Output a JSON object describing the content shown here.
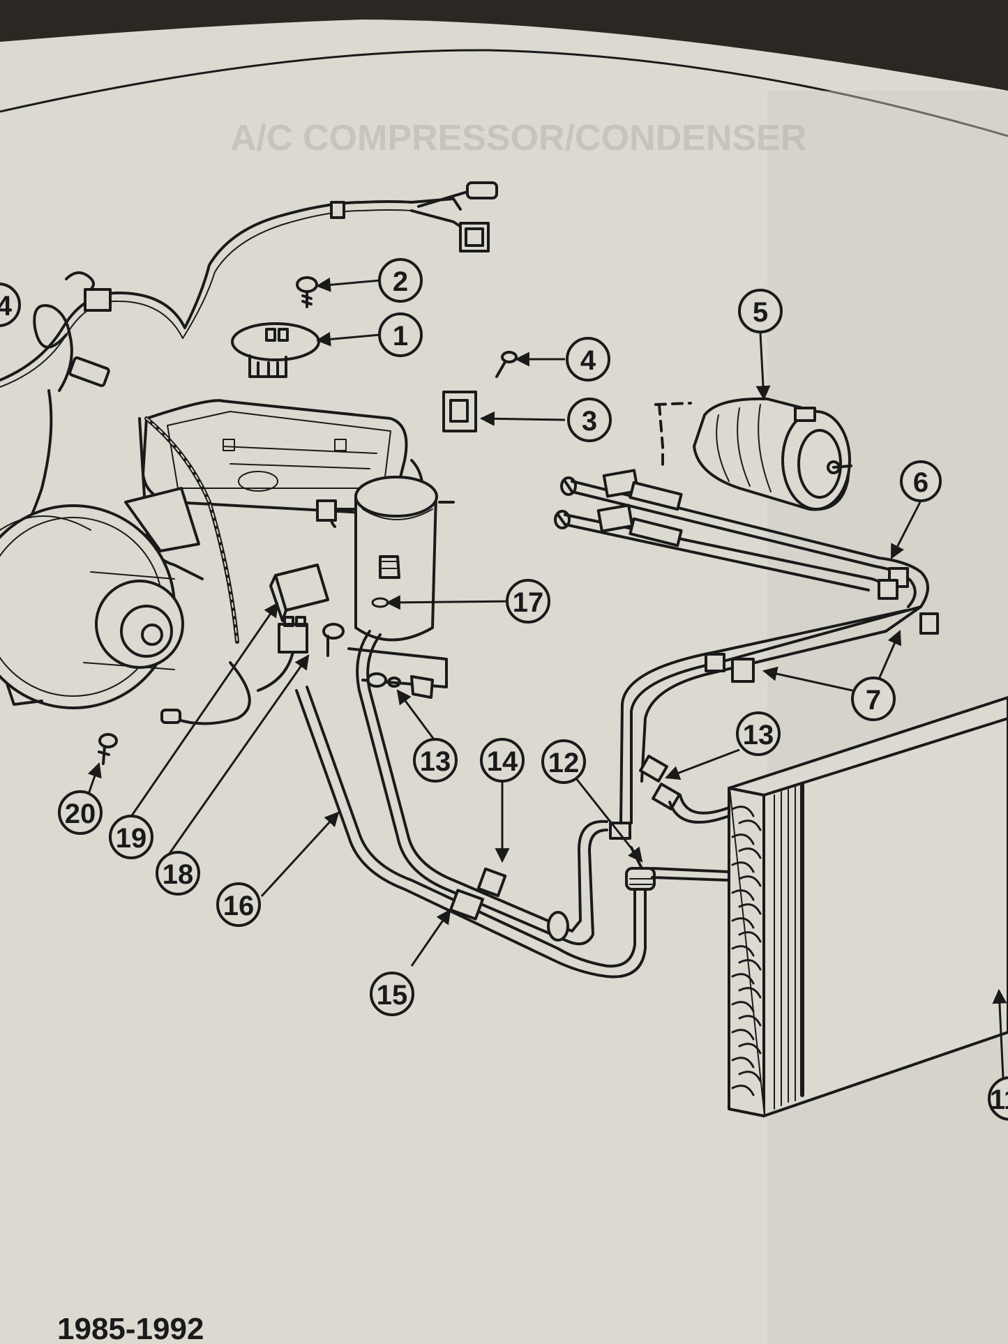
{
  "page": {
    "paper_color": "#dcd9d0",
    "ink_color": "#1a1a1a",
    "show_through_text": "A/C COMPRESSOR/CONDENSER",
    "footer_text": "1985-1992"
  },
  "callouts": [
    {
      "id": "c1",
      "label": "1"
    },
    {
      "id": "c2",
      "label": "2"
    },
    {
      "id": "c3",
      "label": "3"
    },
    {
      "id": "c4",
      "label": "4"
    },
    {
      "id": "c4-left",
      "label": "4"
    },
    {
      "id": "c5",
      "label": "5"
    },
    {
      "id": "c6",
      "label": "6"
    },
    {
      "id": "c7",
      "label": "7"
    },
    {
      "id": "c11",
      "label": "11"
    },
    {
      "id": "c12",
      "label": "12"
    },
    {
      "id": "c13a",
      "label": "13"
    },
    {
      "id": "c13b",
      "label": "13"
    },
    {
      "id": "c14",
      "label": "14"
    },
    {
      "id": "c15",
      "label": "15"
    },
    {
      "id": "c16",
      "label": "16"
    },
    {
      "id": "c17",
      "label": "17"
    },
    {
      "id": "c18",
      "label": "18"
    },
    {
      "id": "c19",
      "label": "19"
    },
    {
      "id": "c20",
      "label": "20"
    }
  ]
}
